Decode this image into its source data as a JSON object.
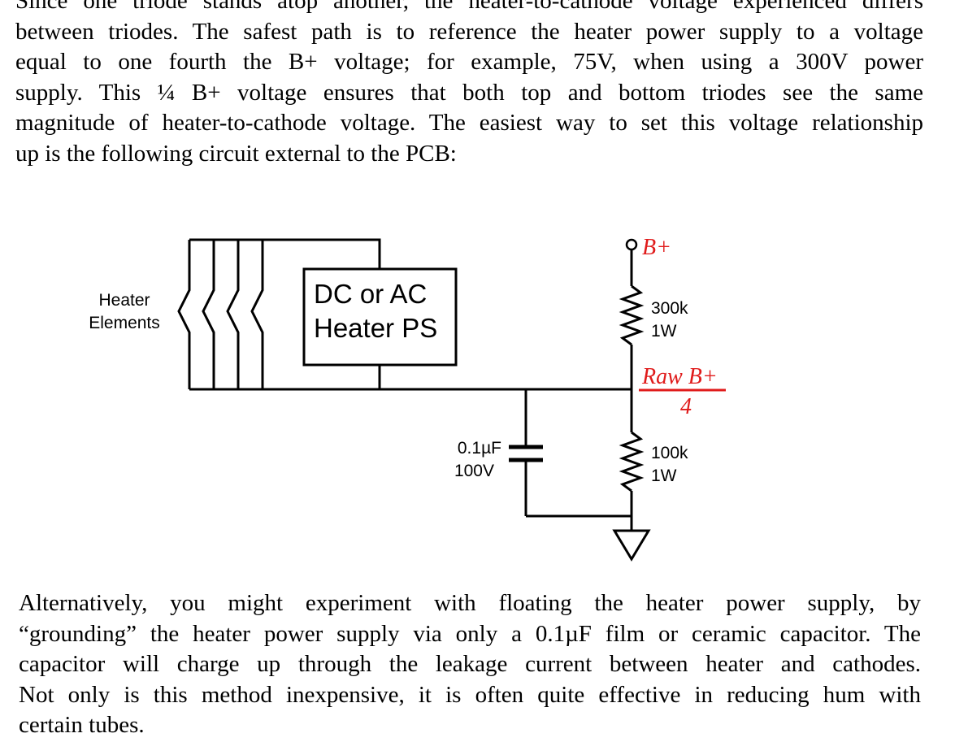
{
  "intro_paragraph": {
    "lines": [
      "Since one triode stands atop another, the heater-to-cathode voltage experienced differs",
      "between triodes. The safest path is to reference the heater power supply to a voltage",
      "equal to one fourth the B+ voltage; for example, 75V, when using a 300V power",
      "supply. This ¼ B+ voltage ensures that both top and bottom triodes see the same",
      "magnitude of heater-to-cathode voltage. The easiest way to set this voltage relationship",
      "up is the following circuit external to the PCB:"
    ]
  },
  "schematic": {
    "heater_label": [
      "Heater",
      "Elements"
    ],
    "supply_label": [
      "DC or AC",
      "Heater PS"
    ],
    "rail_label": "B+",
    "upper_resistor": [
      "300k",
      "1W"
    ],
    "divider_label": {
      "numerator": "Raw B+",
      "denominator": "4",
      "color": "#e01b1b"
    },
    "capacitor": [
      "0.1µF",
      "100V"
    ],
    "lower_resistor": [
      "100k",
      "1W"
    ]
  },
  "closing_paragraph": {
    "lines": [
      "Alternatively, you might experiment with floating the heater power supply, by",
      "“grounding” the heater power supply via only a 0.1µF film or ceramic capacitor. The",
      "capacitor will charge up through the leakage current between heater and cathodes.",
      "Not only is this method inexpensive, it is often quite effective in reducing hum with",
      "certain tubes."
    ]
  }
}
